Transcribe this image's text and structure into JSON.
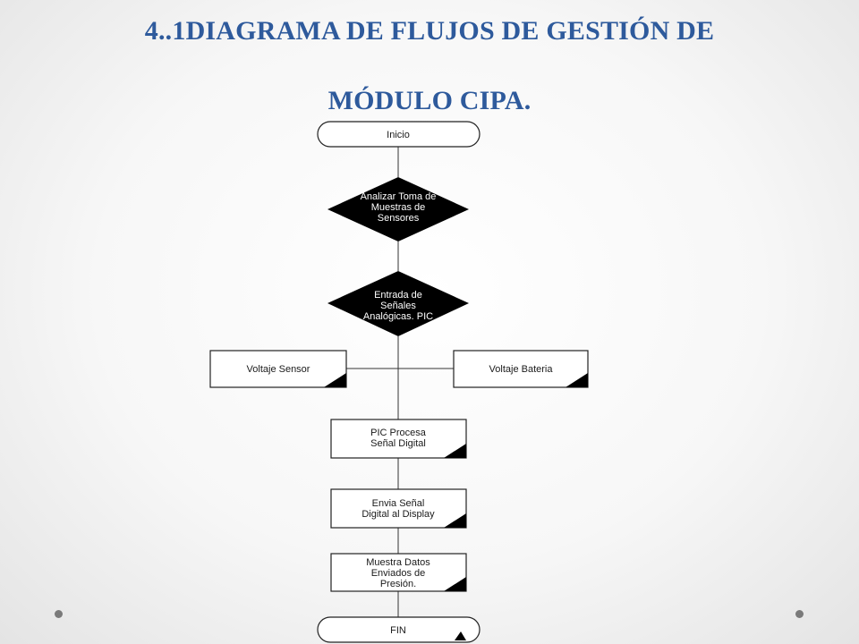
{
  "title": {
    "line1": "4..1DIAGRAMA DE FLUJOS DE GESTIÓN DE",
    "line2": "MÓDULO CIPA."
  },
  "flowchart": {
    "start": "Inicio",
    "decision_1": [
      "Analizar Toma de",
      "Muestras de",
      "Sensores"
    ],
    "decision_2": [
      "Entrada de",
      "Señales",
      "Analógicas. PIC"
    ],
    "voltage_sensor": "Voltaje Sensor",
    "voltage_battery": "Voltaje Bateria",
    "process_1": [
      "PIC Procesa",
      "Señal Digital"
    ],
    "process_2": [
      "Envia Señal",
      "Digital al Display"
    ],
    "process_3": [
      "Muestra Datos",
      "Enviados de",
      "Presión."
    ],
    "end": "FIN"
  },
  "colors": {
    "title": "#2e5a9c",
    "diamond_fill": "#000000",
    "stroke": "#222222"
  }
}
